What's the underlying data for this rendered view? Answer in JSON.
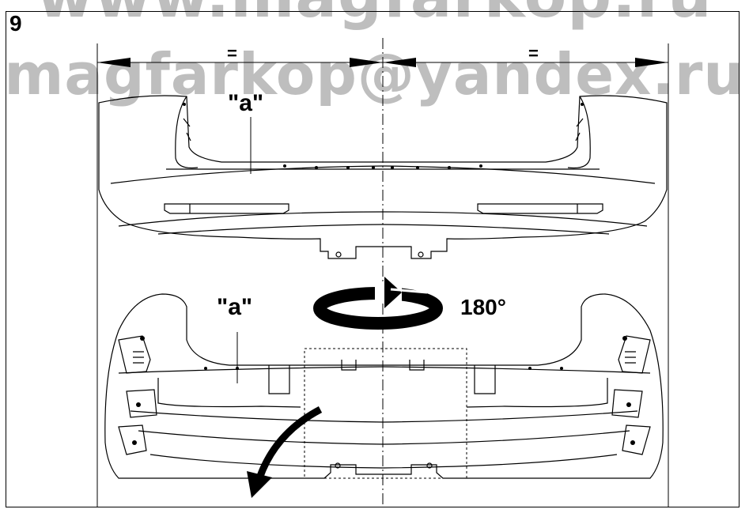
{
  "step_number": "9",
  "watermarks": {
    "top": "www.magfarkop.ru",
    "middle": "magfarkop@yandex.ru"
  },
  "labels": {
    "equal_left": "=",
    "equal_right": "=",
    "part_a_top": "\"a\"",
    "part_a_bottom": "\"a\"",
    "rotation": "180°"
  },
  "icons": [
    "rotate-180-icon",
    "pull-direction-arrow-icon",
    "dimension-arrow-icon"
  ]
}
